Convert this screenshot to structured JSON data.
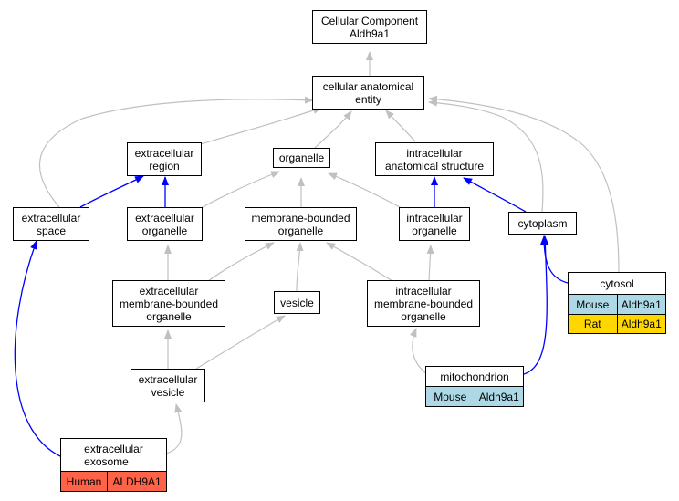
{
  "colors": {
    "edge_gray": "#c0c0c0",
    "edge_blue": "#0000ff",
    "mouse": "#add8e6",
    "rat": "#ffd700",
    "human": "#ff6347"
  },
  "nodes": {
    "cellular_component": "Cellular Component\nAldh9a1",
    "cellular_anatomical_entity": "cellular anatomical\nentity",
    "extracellular_region": "extracellular\nregion",
    "organelle": "organelle",
    "intracellular_anatomical_structure": "intracellular\nanatomical structure",
    "extracellular_space": "extracellular\nspace",
    "extracellular_organelle": "extracellular\norganelle",
    "membrane_bounded_organelle": "membrane-bounded\norganelle",
    "intracellular_organelle": "intracellular\norganelle",
    "cytoplasm": "cytoplasm",
    "extracellular_membrane_bounded_organelle": "extracellular\nmembrane-bounded\norganelle",
    "vesicle": "vesicle",
    "intracellular_membrane_bounded_organelle": "intracellular\nmembrane-bounded\norganelle",
    "extracellular_vesicle": "extracellular\nvesicle"
  },
  "tables": {
    "cytosol": {
      "title": "cytosol",
      "rows": [
        {
          "species": "Mouse",
          "gene": "Aldh9a1",
          "color": "#add8e6"
        },
        {
          "species": "Rat",
          "gene": "Aldh9a1",
          "color": "#ffd700"
        }
      ]
    },
    "mitochondrion": {
      "title": "mitochondrion",
      "rows": [
        {
          "species": "Mouse",
          "gene": "Aldh9a1",
          "color": "#add8e6"
        }
      ]
    },
    "extracellular_exosome": {
      "title": "extracellular\nexosome",
      "rows": [
        {
          "species": "Human",
          "gene": "ALDH9A1",
          "color": "#ff6347"
        }
      ]
    }
  }
}
